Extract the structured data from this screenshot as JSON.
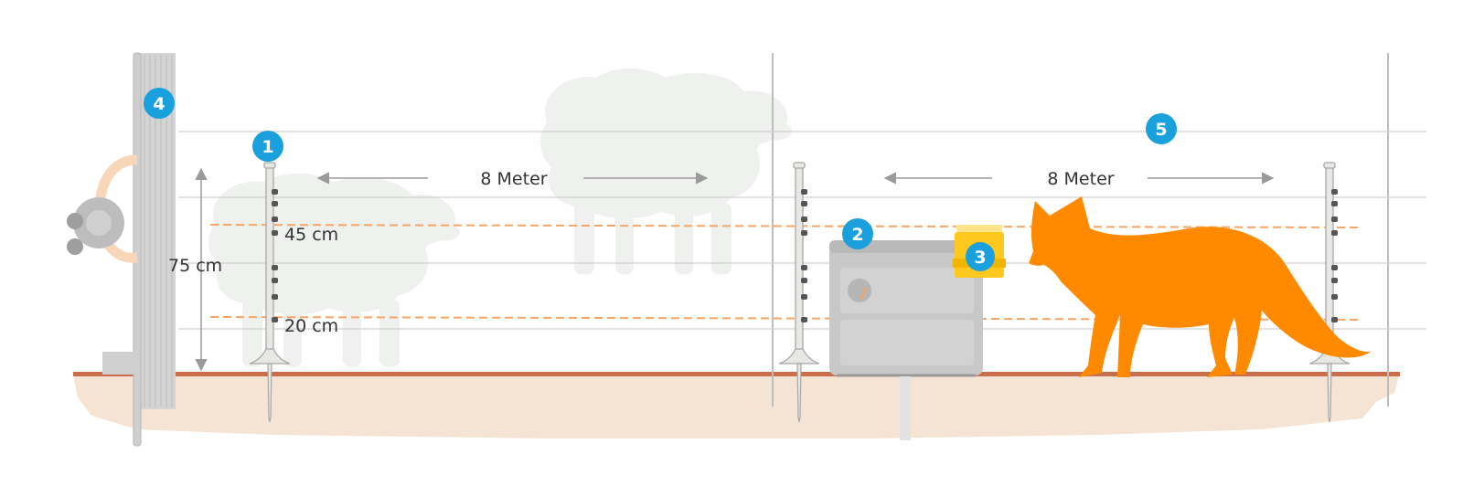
{
  "spacing": [
    {
      "label": "8 Meter"
    },
    {
      "label": "8 Meter"
    }
  ],
  "heights": {
    "total": "75 cm",
    "upper_wire": "45 cm",
    "lower_wire": "20 cm"
  },
  "markers": [
    {
      "number": "1",
      "item": "fence-post"
    },
    {
      "number": "2",
      "item": "energizer"
    },
    {
      "number": "3",
      "item": "battery"
    },
    {
      "number": "4",
      "item": "gate-post"
    },
    {
      "number": "5",
      "item": "fence-wire"
    }
  ],
  "colors": {
    "marker": "#1aa0dc",
    "fox": "#ff8a00",
    "ground": "#f5e3d3",
    "ground_line": "#c96d4b",
    "wire": "#f2a66a",
    "battery": "#ffc81e",
    "energizer": "#c8c8c8",
    "sheep": "#eef1ee"
  }
}
